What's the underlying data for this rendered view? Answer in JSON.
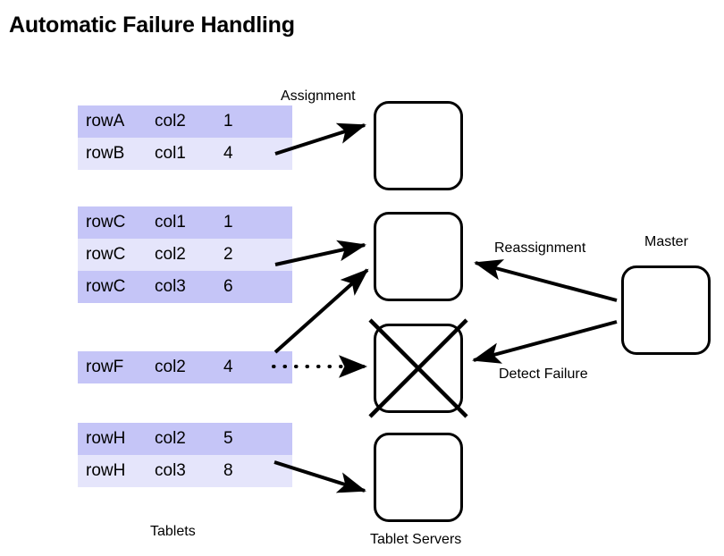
{
  "title": "Automatic Failure Handling",
  "tablets": {
    "group_label": "Tablets",
    "tables": [
      {
        "name": "tablet-1",
        "rows": [
          {
            "row": "rowA",
            "col": "col2",
            "val": "1"
          },
          {
            "row": "rowB",
            "col": "col1",
            "val": "4"
          }
        ]
      },
      {
        "name": "tablet-2",
        "rows": [
          {
            "row": "rowC",
            "col": "col1",
            "val": "1"
          },
          {
            "row": "rowC",
            "col": "col2",
            "val": "2"
          },
          {
            "row": "rowC",
            "col": "col3",
            "val": "6"
          }
        ]
      },
      {
        "name": "tablet-3",
        "rows": [
          {
            "row": "rowF",
            "col": "col2",
            "val": "4"
          }
        ]
      },
      {
        "name": "tablet-4",
        "rows": [
          {
            "row": "rowH",
            "col": "col2",
            "val": "5"
          },
          {
            "row": "rowH",
            "col": "col3",
            "val": "8"
          }
        ]
      }
    ]
  },
  "servers": {
    "group_label": "Tablet Servers",
    "boxes": [
      {
        "name": "tablet-server-1",
        "state": "ok"
      },
      {
        "name": "tablet-server-2",
        "state": "ok"
      },
      {
        "name": "tablet-server-3",
        "state": "failed"
      },
      {
        "name": "tablet-server-4",
        "state": "ok"
      }
    ]
  },
  "master": {
    "label": "Master"
  },
  "edges": {
    "assignment": "Assignment",
    "reassignment": "Reassignment",
    "detect_failure": "Detect Failure"
  },
  "colors": {
    "row_dark": "#c5c5f7",
    "row_light": "#e5e5fb",
    "stroke": "#000000",
    "background": "#ffffff"
  }
}
